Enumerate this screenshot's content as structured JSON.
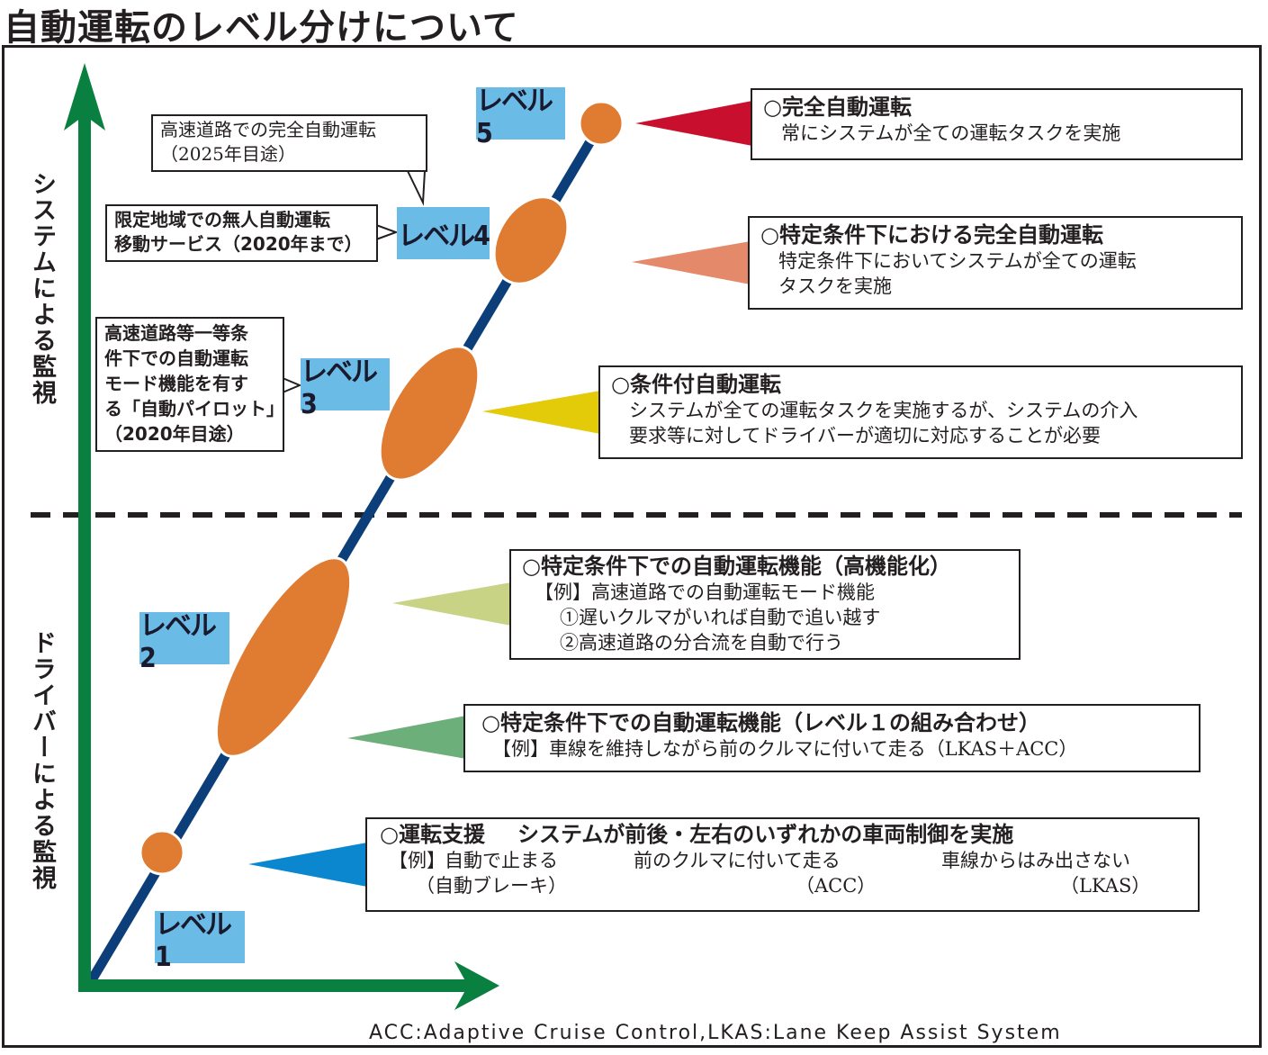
{
  "title": "自動運転のレベル分けについて",
  "axis_labels": {
    "upper": "システムによる監視",
    "lower": "ドライバーによる監視"
  },
  "colors": {
    "axis_green": "#0a8040",
    "line_navy": "#0c3f7a",
    "node_orange": "#e07b32",
    "level_label_bg": "#6bbbe7",
    "arrow_level5": "#c8102e",
    "arrow_level4": "#e4896a",
    "arrow_level3": "#e3cb0a",
    "arrow_level2a": "#c9d386",
    "arrow_level2b": "#6daf7b",
    "arrow_level1": "#0a87cf"
  },
  "levels": [
    {
      "label": "レベル1"
    },
    {
      "label": "レベル2"
    },
    {
      "label": "レベル3"
    },
    {
      "label": "レベル4"
    },
    {
      "label": "レベル5"
    }
  ],
  "callouts": {
    "level5": {
      "line1": "高速道路での完全自動運転",
      "line2": "（2025年目途）"
    },
    "level4": {
      "line1": "限定地域での無人自動運転",
      "line2": "移動サービス（2020年まで）"
    },
    "level3": {
      "line1": "高速道路等一等条",
      "line2": "件下での自動運転",
      "line3": "モード機能を有す",
      "line4": "る「自動パイロット」",
      "line5": "（2020年目途）"
    }
  },
  "descriptions": {
    "level5": {
      "heading": "○完全自動運転",
      "lines": [
        "常にシステムが全ての運転タスクを実施"
      ]
    },
    "level4": {
      "heading": "○特定条件下における完全自動運転",
      "lines": [
        "特定条件下においてシステムが全ての運転",
        "タスクを実施"
      ]
    },
    "level3": {
      "heading": "○条件付自動運転",
      "lines": [
        "システムが全ての運転タスクを実施するが、システムの介入",
        "要求等に対してドライバーが適切に対応することが必要"
      ]
    },
    "level2a": {
      "heading": "○特定条件下での自動運転機能（高機能化）",
      "lines": [
        "【例】高速道路での自動運転モード機能",
        "①遅いクルマがいれば自動で追い越す",
        "②高速道路の分合流を自動で行う"
      ]
    },
    "level2b": {
      "heading": "○特定条件下での自動運転機能（レベル１の組み合わせ）",
      "lines": [
        "【例】車線を維持しながら前のクルマに付いて走る（LKAS＋ACC）"
      ]
    },
    "level1": {
      "heading": "○運転支援",
      "heading_detail": "システムが前後・左右のいずれかの車両制御を実施",
      "example_prefix": "【例】",
      "examples": [
        {
          "line1": "自動で止まる",
          "line2": "（自動ブレーキ）"
        },
        {
          "line1": "前のクルマに付いて走る",
          "line2": "（ACC）"
        },
        {
          "line1": "車線からはみ出さない",
          "line2": "（LKAS）"
        }
      ]
    }
  },
  "footnote": "ACC:Adaptive Cruise Control,LKAS:Lane Keep Assist System"
}
